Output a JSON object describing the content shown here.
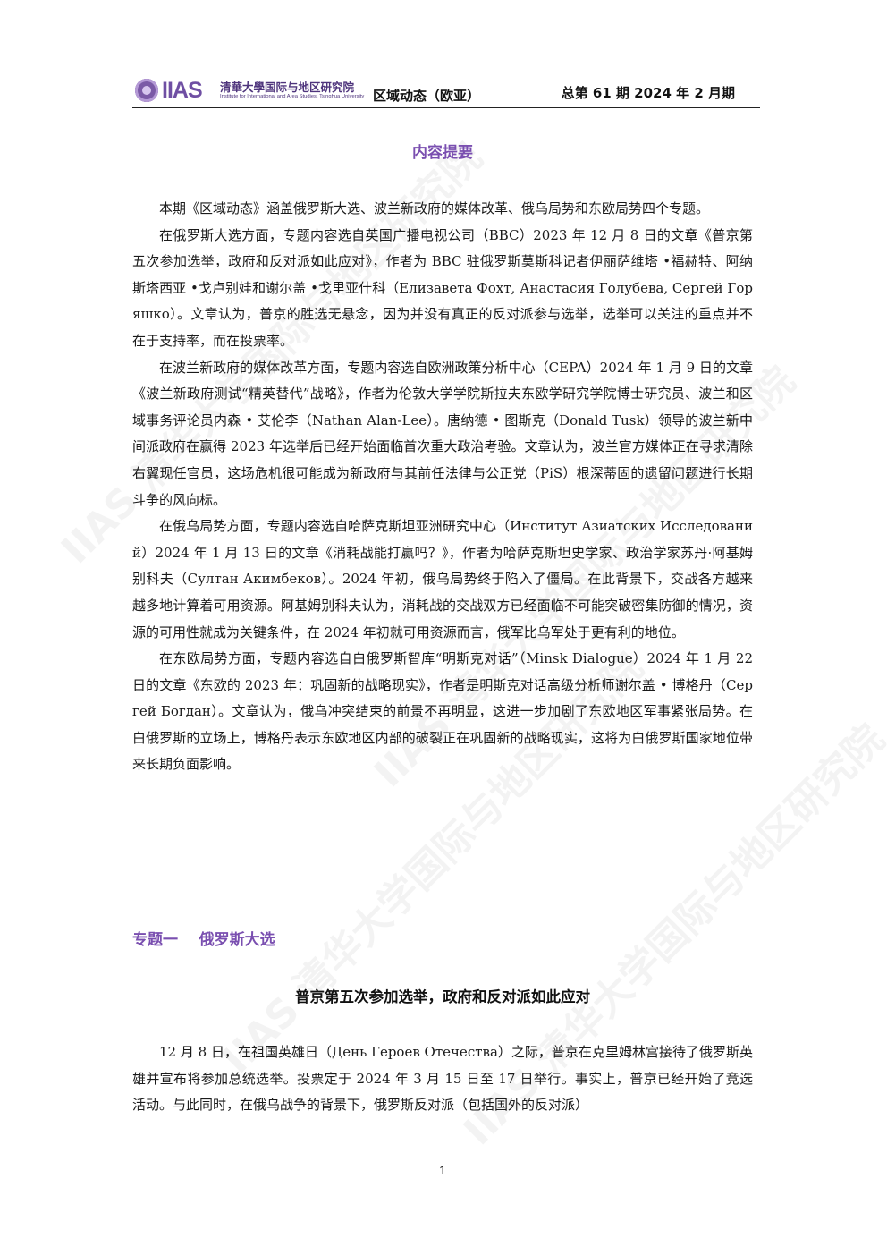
{
  "header": {
    "logo_iias": "IIAS",
    "logo_cn": "清華大學国际与地区研究院",
    "logo_en": "Institute for International and Area Studies, Tsinghua University",
    "publication": "区域动态（欧亚）",
    "issue": "总第 61 期 2024 年 2 月期"
  },
  "summary": {
    "title": "内容提要",
    "paragraphs": [
      "本期《区域动态》涵盖俄罗斯大选、波兰新政府的媒体改革、俄乌局势和东欧局势四个专题。",
      "在俄罗斯大选方面，专题内容选自英国广播电视公司（BBC）2023 年 12 月 8 日的文章《普京第五次参加选举，政府和反对派如此应对》，作者为 BBC 驻俄罗斯莫斯科记者伊丽萨维塔 •福赫特、阿纳斯塔西亚 •戈卢别娃和谢尔盖 •戈里亚什科（Елизавета Фохт, Анастасия Голубева, Сергей Горяшко）。文章认为，普京的胜选无悬念，因为并没有真正的反对派参与选举，选举可以关注的重点并不在于支持率，而在投票率。",
      "在波兰新政府的媒体改革方面，专题内容选自欧洲政策分析中心（CEPA）2024 年 1 月 9 日的文章《波兰新政府测试“精英替代”战略》，作者为伦敦大学学院斯拉夫东欧学研究学院博士研究员、波兰和区域事务评论员内森 • 艾伦李（Nathan Alan-Lee）。唐纳德 • 图斯克（Donald Tusk）领导的波兰新中间派政府在赢得 2023 年选举后已经开始面临首次重大政治考验。文章认为，波兰官方媒体正在寻求清除右翼现任官员，这场危机很可能成为新政府与其前任法律与公正党（PiS）根深蒂固的遗留问题进行长期斗争的风向标。",
      "在俄乌局势方面，专题内容选自哈萨克斯坦亚洲研究中心（Институт Азиатских Исследований）2024 年 1 月 13 日的文章《消耗战能打赢吗？》，作者为哈萨克斯坦史学家、政治学家苏丹·阿基姆别科夫（Султан Акимбеков）。2024 年初，俄乌局势终于陷入了僵局。在此背景下，交战各方越来越多地计算着可用资源。阿基姆别科夫认为，消耗战的交战双方已经面临不可能突破密集防御的情况，资源的可用性就成为关键条件，在 2024 年初就可用资源而言，俄军比乌军处于更有利的地位。",
      "在东欧局势方面，专题内容选自白俄罗斯智库“明斯克对话”（Minsk Dialogue）2024 年 1 月 22 日的文章《东欧的 2023 年：巩固新的战略现实》，作者是明斯克对话高级分析师谢尔盖 • 博格丹（Сергей Богдан）。文章认为，俄乌冲突结束的前景不再明显，这进一步加剧了东欧地区军事紧张局势。在白俄罗斯的立场上，博格丹表示东欧地区内部的破裂正在巩固新的战略现实，这将为白俄罗斯国家地位带来长期负面影响。"
    ]
  },
  "topic1": {
    "title": "专题一    俄罗斯大选",
    "article_title": "普京第五次参加选举，政府和反对派如此应对",
    "paragraph": "12 月 8 日，在祖国英雄日（День Героев Отечества）之际，普京在克里姆林宫接待了俄罗斯英雄并宣布将参加总统选举。投票定于 2024 年 3 月 15 日至 17 日举行。事实上，普京已经开始了竞选活动。与此同时，在俄乌战争的背景下，俄罗斯反对派（包括国外的反对派）"
  },
  "page_number": "1",
  "watermark": "IIAS 清华大学国际与地区研究院"
}
